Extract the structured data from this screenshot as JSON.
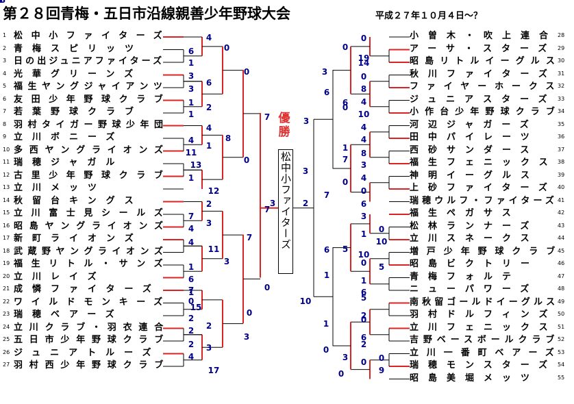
{
  "title": "第２８回青梅・五日市沿線親善少年野球大会",
  "date": "平成２７年１０月４日～？",
  "winner_label": "優勝",
  "winner": "松中小ファイターズ",
  "left_teams": [
    {
      "no": "1",
      "name": "松中小ファイターズ"
    },
    {
      "no": "2",
      "name": "青梅スピリッツ"
    },
    {
      "no": "3",
      "name": "日の出ジュニアファイターズ"
    },
    {
      "no": "4",
      "name": "光華グリーンズ"
    },
    {
      "no": "5",
      "name": "福生ヤングジャイアンツ"
    },
    {
      "no": "6",
      "name": "友田少年野球クラブ"
    },
    {
      "no": "7",
      "name": "若葉野球クラブ"
    },
    {
      "no": "8",
      "name": "羽村タイガー野球少年団"
    },
    {
      "no": "9",
      "name": "立川ボニーズ"
    },
    {
      "no": "10",
      "name": "多西ヤングライオンズ"
    },
    {
      "no": "11",
      "name": "瑞穂ジャガル"
    },
    {
      "no": "12",
      "name": "古里少年野球クラブ"
    },
    {
      "no": "13",
      "name": "立川メッツ"
    },
    {
      "no": "14",
      "name": "秋留台キングス"
    },
    {
      "no": "15",
      "name": "立川富士見シールズ"
    },
    {
      "no": "16",
      "name": "昭島ヤングライオンズ"
    },
    {
      "no": "17",
      "name": "新町ライオンズ"
    },
    {
      "no": "18",
      "name": "武蔵野ヤングライオンズ"
    },
    {
      "no": "19",
      "name": "福生リトル・サンズ"
    },
    {
      "no": "20",
      "name": "立川レイズ"
    },
    {
      "no": "21",
      "name": "成憐ファイターズ"
    },
    {
      "no": "22",
      "name": "ワイルドモンキーズ"
    },
    {
      "no": "23",
      "name": "瑞穂ベアーズ"
    },
    {
      "no": "24",
      "name": "立川クラブ・羽衣連合"
    },
    {
      "no": "25",
      "name": "五日市少年野球クラブ"
    },
    {
      "no": "26",
      "name": "ジュニアトルーズ"
    },
    {
      "no": "27",
      "name": "羽村西少年野球クラブ"
    }
  ],
  "right_teams": [
    {
      "no": "28",
      "name": "小曽木・吹上連合"
    },
    {
      "no": "29",
      "name": "アーサ・スターズ"
    },
    {
      "no": "30",
      "name": "昭島リトルイーグルス"
    },
    {
      "no": "31",
      "name": "秋川ファイターズ"
    },
    {
      "no": "32",
      "name": "ファイヤーホークス"
    },
    {
      "no": "33",
      "name": "ジュニアスターズ"
    },
    {
      "no": "34",
      "name": "小作台少年野球クラブ"
    },
    {
      "no": "35",
      "name": "河辺ジャガーズ"
    },
    {
      "no": "36",
      "name": "田中パイレーツ"
    },
    {
      "no": "37",
      "name": "西砂サンダース"
    },
    {
      "no": "38",
      "name": "福生フェニックス"
    },
    {
      "no": "39",
      "name": "神明イーグルス"
    },
    {
      "no": "40",
      "name": "上砂ファイターズ"
    },
    {
      "no": "41",
      "name": "瑞穂ウルフ・ファイターズ"
    },
    {
      "no": "42",
      "name": "福生ペガサス"
    },
    {
      "no": "43",
      "name": "松林ランナーズ"
    },
    {
      "no": "44",
      "name": "立川スネークス"
    },
    {
      "no": "45",
      "name": "増戸少年野球クラブ"
    },
    {
      "no": "46",
      "name": "昭島ビクトリー"
    },
    {
      "no": "47",
      "name": "青梅フォルテ"
    },
    {
      "no": "48",
      "name": "ニューパワーズ"
    },
    {
      "no": "49",
      "name": "南秋留ゴールドイーグルス"
    },
    {
      "no": "50",
      "name": "羽村ドルフィンズ"
    },
    {
      "no": "51",
      "name": "立川フェニックス"
    },
    {
      "no": "52",
      "name": "吉野ベースボールクラブ"
    },
    {
      "no": "53",
      "name": "立川一番町ベアーズ"
    },
    {
      "no": "54",
      "name": "瑞穂モンスターズ"
    },
    {
      "no": "55",
      "name": "昭島美堀メッツ"
    }
  ],
  "scores": [
    "4",
    "6",
    "1",
    "0",
    "3",
    "3",
    "0",
    "6",
    "1",
    "1",
    "2",
    "7",
    "4",
    "4",
    "1",
    "11",
    "8",
    "13",
    "1",
    "0",
    "12",
    "7",
    "2",
    "7",
    "3",
    "4",
    "4",
    "11",
    "7",
    "1",
    "3",
    "6",
    "7",
    "1",
    "0",
    "15",
    "2",
    "2",
    "2",
    "0",
    "2",
    "3",
    "4",
    "17",
    "3",
    "0",
    "3",
    "3",
    "0",
    "0",
    "19",
    "14",
    "6",
    "0",
    "8",
    "3",
    "4",
    "0",
    "10",
    "6",
    "4",
    "4",
    "1",
    "8",
    "7",
    "3",
    "4",
    "0",
    "0",
    "3",
    "7",
    "6",
    "2",
    "3",
    "1",
    "0",
    "10",
    "5",
    "10",
    "0",
    "5",
    "1",
    "1",
    "6",
    "6",
    "5",
    "2",
    "0",
    "1",
    "6",
    "0",
    "2",
    "0",
    "3",
    "0",
    "9",
    "0",
    "10",
    "13",
    "1",
    "3"
  ]
}
